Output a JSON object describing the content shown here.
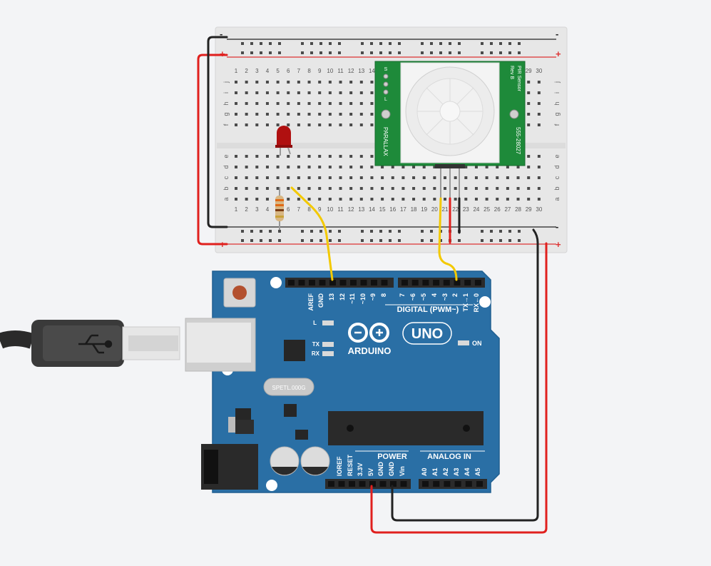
{
  "breadboard": {
    "rail_minus": "-",
    "rail_plus": "+",
    "rows_top": [
      "j",
      "i",
      "h",
      "g",
      "f"
    ],
    "rows_bottom": [
      "e",
      "d",
      "c",
      "b",
      "a"
    ],
    "columns": 30
  },
  "pir_sensor": {
    "title": "PIR Sensor",
    "rev": "Rev B",
    "maker": "PARALLAX",
    "part_number": "555-28027",
    "pin_labels": [
      "S",
      "",
      "",
      "L"
    ]
  },
  "arduino": {
    "brand": "ARDUINO",
    "model": "UNO",
    "crystal": "SPETL.000G",
    "digital_title": "DIGITAL (PWM~)",
    "digital_pins": [
      "AREF",
      "GND",
      "13",
      "12",
      "~11",
      "~10",
      "~9",
      "8",
      "7",
      "~6",
      "~5",
      "4",
      "~3",
      "2",
      "TX→1",
      "RX←0"
    ],
    "leds": [
      "L",
      "TX",
      "RX"
    ],
    "on_label": "ON",
    "power_title": "POWER",
    "power_pins": [
      "IOREF",
      "RESET",
      "3.3V",
      "5V",
      "GND",
      "GND",
      "Vin"
    ],
    "analog_title": "ANALOG IN",
    "analog_pins": [
      "A0",
      "A1",
      "A2",
      "A3",
      "A4",
      "A5"
    ]
  },
  "colors": {
    "arduino_board": "#2a6fa5",
    "pir_board": "#1e8a3a",
    "wire_red": "#e0201e",
    "wire_black": "#222222",
    "wire_yellow": "#f3c900",
    "breadboard": "#e6e6e6"
  }
}
